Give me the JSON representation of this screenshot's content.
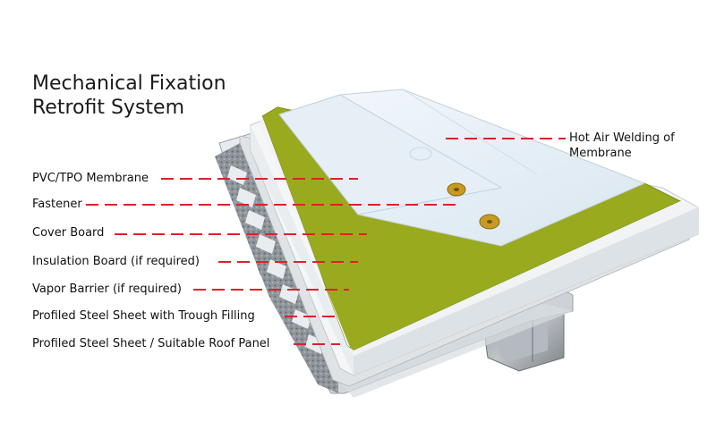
{
  "title": {
    "line1": "Mechanical Fixation",
    "line2": "Retrofit System"
  },
  "labels": {
    "membrane": "PVC/TPO Membrane",
    "fastener": "Fastener",
    "cover_board": "Cover Board",
    "insulation": "Insulation Board (if required)",
    "vapor_barrier": "Vapor Barrier (if required)",
    "steel_trough": "Profiled Steel Sheet with Trough Filling",
    "steel_panel": "Profiled Steel Sheet / Suitable Roof Panel",
    "welding_line1": "Hot Air Welding of",
    "welding_line2": "Membrane"
  },
  "colors": {
    "leader_line": "#e0202a",
    "membrane": "#e6f0f8",
    "cover_board": "#9aaa1e",
    "insulation": "#f2f4f6",
    "steel": "#9aa0a6",
    "fastener": "#c89a22"
  }
}
